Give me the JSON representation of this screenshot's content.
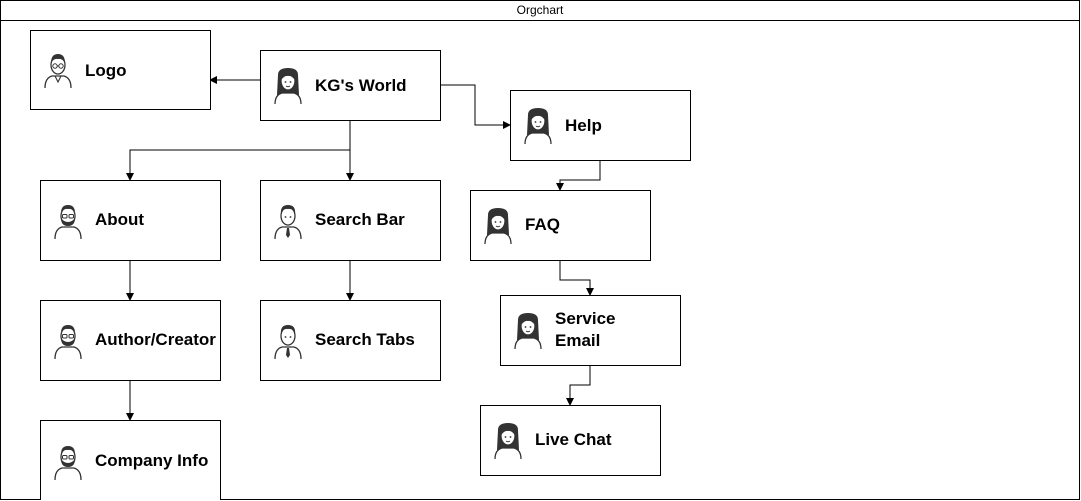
{
  "window": {
    "title": "Orgchart"
  },
  "nodes": {
    "logo": {
      "label": "Logo",
      "avatar": "male-glasses-avatar-icon"
    },
    "kgs_world": {
      "label": "KG's World",
      "avatar": "female-avatar-icon"
    },
    "help": {
      "label": "Help",
      "avatar": "female-avatar-icon"
    },
    "about": {
      "label": "About",
      "avatar": "male-beard-glasses-avatar-icon"
    },
    "search_bar": {
      "label": "Search Bar",
      "avatar": "male-tie-avatar-icon"
    },
    "faq": {
      "label": "FAQ",
      "avatar": "female-avatar-icon"
    },
    "author_creator": {
      "label": "Author/Creator",
      "avatar": "male-beard-glasses-avatar-icon"
    },
    "search_tabs": {
      "label": "Search Tabs",
      "avatar": "male-tie-avatar-icon"
    },
    "service_email": {
      "label_line1": "Service",
      "label_line2": "Email",
      "avatar": "female-avatar-icon"
    },
    "live_chat": {
      "label": "Live Chat",
      "avatar": "female-avatar-icon"
    },
    "company_info": {
      "label": "Company Info",
      "avatar": "male-beard-glasses-avatar-icon"
    }
  },
  "edges": [
    {
      "from": "KG's World",
      "to": "Logo"
    },
    {
      "from": "KG's World",
      "to": "Help"
    },
    {
      "from": "KG's World",
      "to": "About"
    },
    {
      "from": "KG's World",
      "to": "Search Bar"
    },
    {
      "from": "Help",
      "to": "FAQ"
    },
    {
      "from": "FAQ",
      "to": "Service Email"
    },
    {
      "from": "Service Email",
      "to": "Live Chat"
    },
    {
      "from": "About",
      "to": "Author/Creator"
    },
    {
      "from": "Author/Creator",
      "to": "Company Info"
    },
    {
      "from": "Search Bar",
      "to": "Search Tabs"
    }
  ]
}
